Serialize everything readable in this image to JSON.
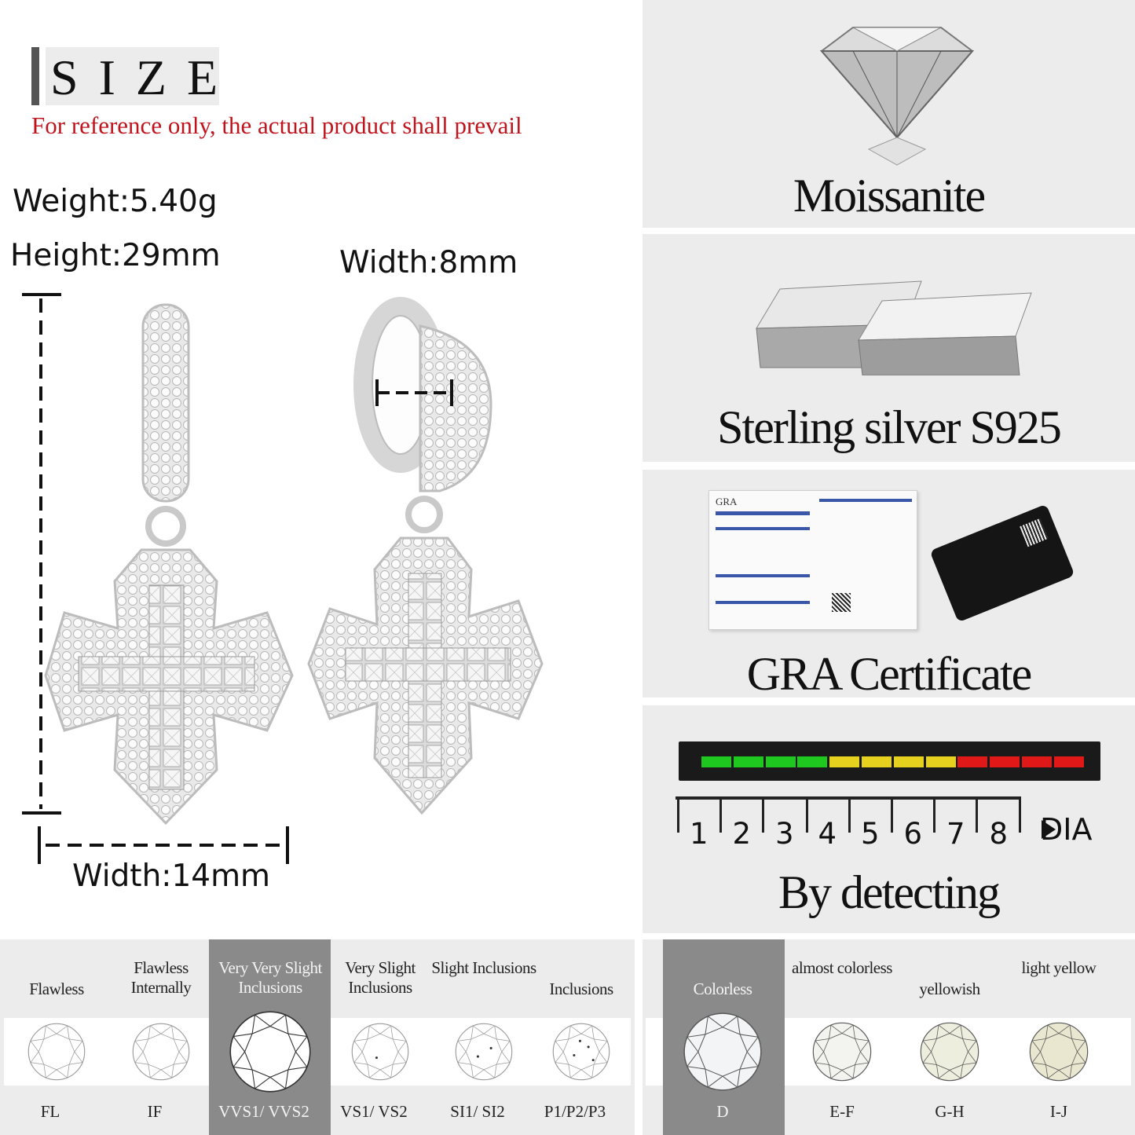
{
  "size": {
    "title": "SIZE",
    "note": "For reference only, the actual product shall prevail"
  },
  "specs": {
    "weight": "Weight:5.40g",
    "height": "Height:29mm",
    "width_ring": "Width:8mm",
    "width_cross": "Width:14mm"
  },
  "features": {
    "moissanite": "Moissanite",
    "silver": "Sterling silver S925",
    "certificate": "GRA Certificate",
    "detecting": "By detecting"
  },
  "certificate_card": {
    "brand": "GRA"
  },
  "tester": {
    "scale": [
      "1",
      "2",
      "3",
      "4",
      "5",
      "6",
      "7",
      "8"
    ],
    "dia_label": "DIA",
    "led_colors": [
      "#1ec81e",
      "#1ec81e",
      "#1ec81e",
      "#1ec81e",
      "#e6d21e",
      "#e6d21e",
      "#e6d21e",
      "#e6d21e",
      "#e01818",
      "#e01818",
      "#e01818",
      "#e01818"
    ]
  },
  "clarity": {
    "grades": [
      {
        "label": "Flawless",
        "code": "FL"
      },
      {
        "label": "Flawless Internally",
        "code": "IF"
      },
      {
        "label": "Very Very Slight Inclusions",
        "code": "VVS1/ VVS2",
        "highlighted": true
      },
      {
        "label": "Very Slight Inclusions",
        "code": "VS1/ VS2"
      },
      {
        "label": "Slight Inclusions",
        "code": "SI1/ SI2"
      },
      {
        "label": "Inclusions",
        "code": "P1/P2/P3"
      }
    ]
  },
  "color": {
    "grades": [
      {
        "label": "Colorless",
        "code": "D",
        "highlighted": true
      },
      {
        "label": "almost colorless",
        "code": "E-F"
      },
      {
        "label": "yellowish",
        "code": "G-H"
      },
      {
        "label": "light yellow",
        "code": "I-J"
      }
    ]
  }
}
